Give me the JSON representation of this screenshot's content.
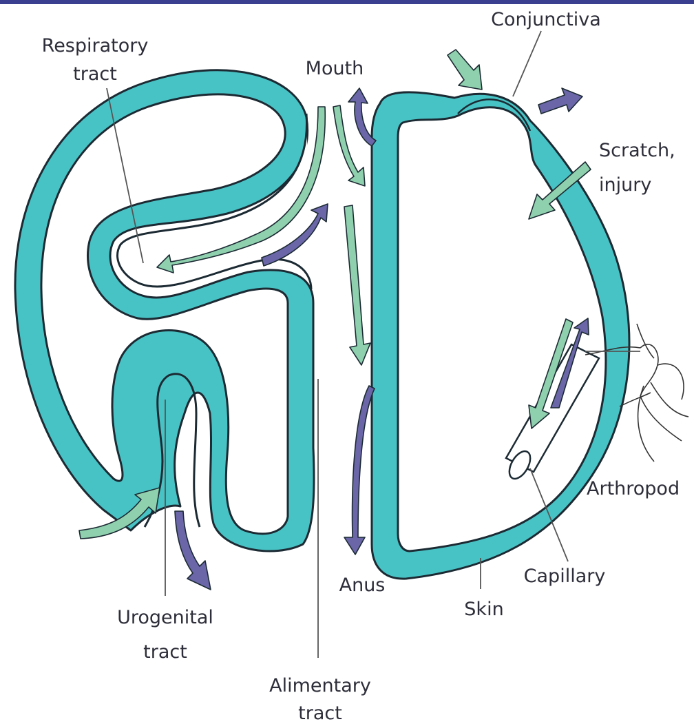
{
  "labels": {
    "respiratory_line1": "Respiratory",
    "respiratory_line2": "tract",
    "mouth": "Mouth",
    "conjunctiva": "Conjunctiva",
    "scratch_line1": "Scratch,",
    "scratch_line2": "injury",
    "arthropod": "Arthropod",
    "capillary": "Capillary",
    "skin": "Skin",
    "anus": "Anus",
    "urogenital_line1": "Urogenital",
    "urogenital_line2": "tract",
    "alimentary_line1": "Alimentary",
    "alimentary_line2": "tract"
  },
  "colors": {
    "body_surface": "#48c3c5",
    "entry_arrow": "#8fd1ae",
    "exit_arrow": "#6a66a8",
    "top_bar": "#3a3f8f"
  }
}
